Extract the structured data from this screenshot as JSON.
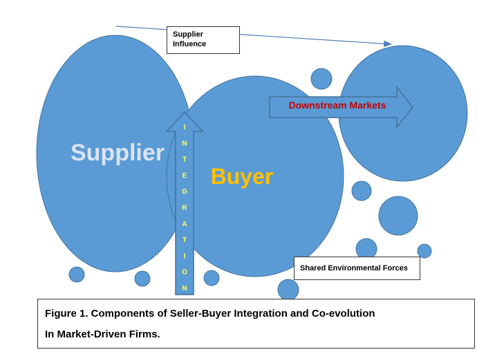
{
  "diagram": {
    "supplier_label": "Supplier",
    "buyer_label": "Buyer",
    "downstream_label": "Downstream Markets",
    "integration_letters": [
      "I",
      "N",
      "T",
      "E",
      "G",
      "R",
      "A",
      "T",
      "I",
      "O",
      "N"
    ],
    "supplier_influence": [
      "Supplier",
      "Influence"
    ],
    "shared_forces": "Shared Environmental Forces",
    "caption": [
      "Figure 1. Components of Seller-Buyer Integration and Co-evolution",
      "In Market-Driven Firms."
    ],
    "colors": {
      "circle_fill": "#5b9bd5",
      "circle_stroke": "#41719c",
      "supplier_text": "#dae3f3",
      "buyer_text": "#ffc000",
      "downstream_text": "#c00000",
      "integration_text": "#ffff66"
    }
  }
}
